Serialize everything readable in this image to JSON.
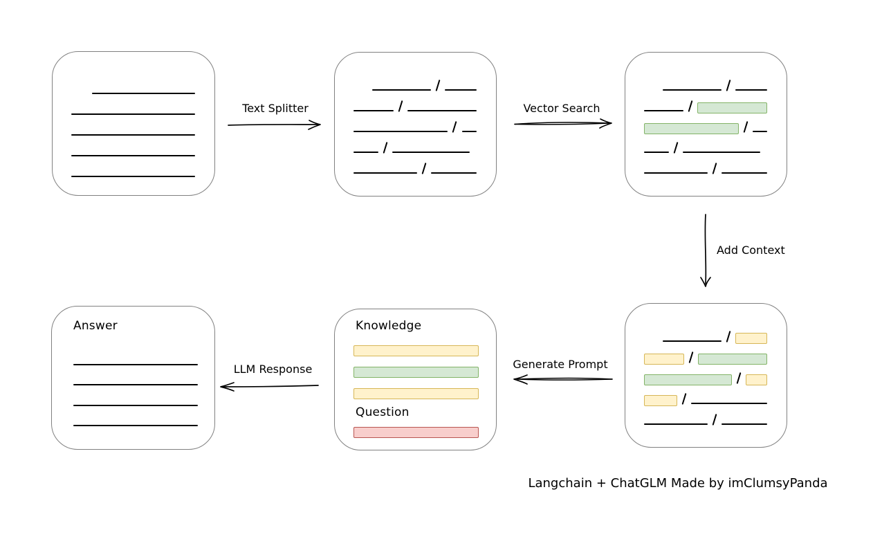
{
  "caption": "Langchain + ChatGLM Made by imClumsyPanda",
  "colors": {
    "green_fill": "#d5e8d4",
    "green_border": "#82b366",
    "yellow_fill": "#fff2cc",
    "yellow_border": "#d6b656",
    "red_fill": "#f8cecc",
    "red_border": "#b85450",
    "line": "#000000",
    "box_border": "#808080",
    "background": "#ffffff"
  },
  "arrows": {
    "text_splitter": {
      "label": "Text Splitter",
      "direction": "right"
    },
    "vector_search": {
      "label": "Vector Search",
      "direction": "right"
    },
    "add_context": {
      "label": "Add Context",
      "direction": "down"
    },
    "generate_prompt": {
      "label": "Generate Prompt",
      "direction": "left"
    },
    "llm_response": {
      "label": "LLM Response",
      "direction": "left"
    }
  },
  "boxes": {
    "source_document": {
      "rows": [
        [
          {
            "k": "space",
            "w": 30
          },
          {
            "k": "line",
            "w": 149
          }
        ],
        [
          {
            "k": "line",
            "w": 179
          }
        ],
        [
          {
            "k": "line",
            "w": 179
          }
        ],
        [
          {
            "k": "line",
            "w": 179
          }
        ],
        [
          {
            "k": "line",
            "w": 179
          }
        ]
      ]
    },
    "split_text": {
      "rows": [
        [
          {
            "k": "space",
            "w": 30
          },
          {
            "k": "line",
            "w": 93
          },
          {
            "k": "slash"
          },
          {
            "k": "line",
            "w": 50
          }
        ],
        [
          {
            "k": "line",
            "w": 62
          },
          {
            "k": "slash"
          },
          {
            "k": "line",
            "w": 108
          }
        ],
        [
          {
            "k": "line",
            "w": 140
          },
          {
            "k": "slash"
          },
          {
            "k": "line",
            "w": 22
          }
        ],
        [
          {
            "k": "line",
            "w": 36
          },
          {
            "k": "slash"
          },
          {
            "k": "line",
            "w": 112
          }
        ],
        [
          {
            "k": "line",
            "w": 92
          },
          {
            "k": "slash"
          },
          {
            "k": "line",
            "w": 66
          }
        ]
      ]
    },
    "vector_matches": {
      "rows": [
        [
          {
            "k": "space",
            "w": 30
          },
          {
            "k": "line",
            "w": 93
          },
          {
            "k": "slash"
          },
          {
            "k": "line",
            "w": 50
          }
        ],
        [
          {
            "k": "line",
            "w": 62
          },
          {
            "k": "slash"
          },
          {
            "k": "chip",
            "c": "green",
            "w": 108
          }
        ],
        [
          {
            "k": "chip",
            "c": "green",
            "w": 140
          },
          {
            "k": "slash"
          },
          {
            "k": "line",
            "w": 22
          }
        ],
        [
          {
            "k": "line",
            "w": 36
          },
          {
            "k": "slash"
          },
          {
            "k": "line",
            "w": 112
          }
        ],
        [
          {
            "k": "line",
            "w": 92
          },
          {
            "k": "slash"
          },
          {
            "k": "line",
            "w": 66
          }
        ]
      ]
    },
    "context_chunks": {
      "rows": [
        [
          {
            "k": "space",
            "w": 30
          },
          {
            "k": "line",
            "w": 93
          },
          {
            "k": "slash"
          },
          {
            "k": "chip",
            "c": "yellow",
            "w": 48
          }
        ],
        [
          {
            "k": "chip",
            "c": "yellow",
            "w": 62
          },
          {
            "k": "slash"
          },
          {
            "k": "chip",
            "c": "green",
            "w": 108
          }
        ],
        [
          {
            "k": "chip",
            "c": "green",
            "w": 140
          },
          {
            "k": "slash"
          },
          {
            "k": "chip",
            "c": "yellow",
            "w": 32
          }
        ],
        [
          {
            "k": "chip",
            "c": "yellow",
            "w": 46
          },
          {
            "k": "slash"
          },
          {
            "k": "line",
            "w": 110
          }
        ],
        [
          {
            "k": "line",
            "w": 92
          },
          {
            "k": "slash"
          },
          {
            "k": "line",
            "w": 66
          }
        ]
      ]
    },
    "prompt": {
      "knowledge_label": "Knowledge",
      "question_label": "Question",
      "knowledge_rows": [
        [
          {
            "k": "chip",
            "c": "yellow",
            "w": 183
          }
        ],
        [
          {
            "k": "chip",
            "c": "green",
            "w": 183
          }
        ],
        [
          {
            "k": "chip",
            "c": "yellow",
            "w": 183
          }
        ]
      ],
      "question_rows": [
        [
          {
            "k": "chip",
            "c": "red",
            "w": 183
          }
        ]
      ]
    },
    "answer": {
      "label": "Answer",
      "rows": [
        [
          {
            "k": "line",
            "w": 180
          }
        ],
        [
          {
            "k": "line",
            "w": 180
          }
        ],
        [
          {
            "k": "line",
            "w": 180
          }
        ],
        [
          {
            "k": "line",
            "w": 180
          }
        ]
      ]
    }
  }
}
